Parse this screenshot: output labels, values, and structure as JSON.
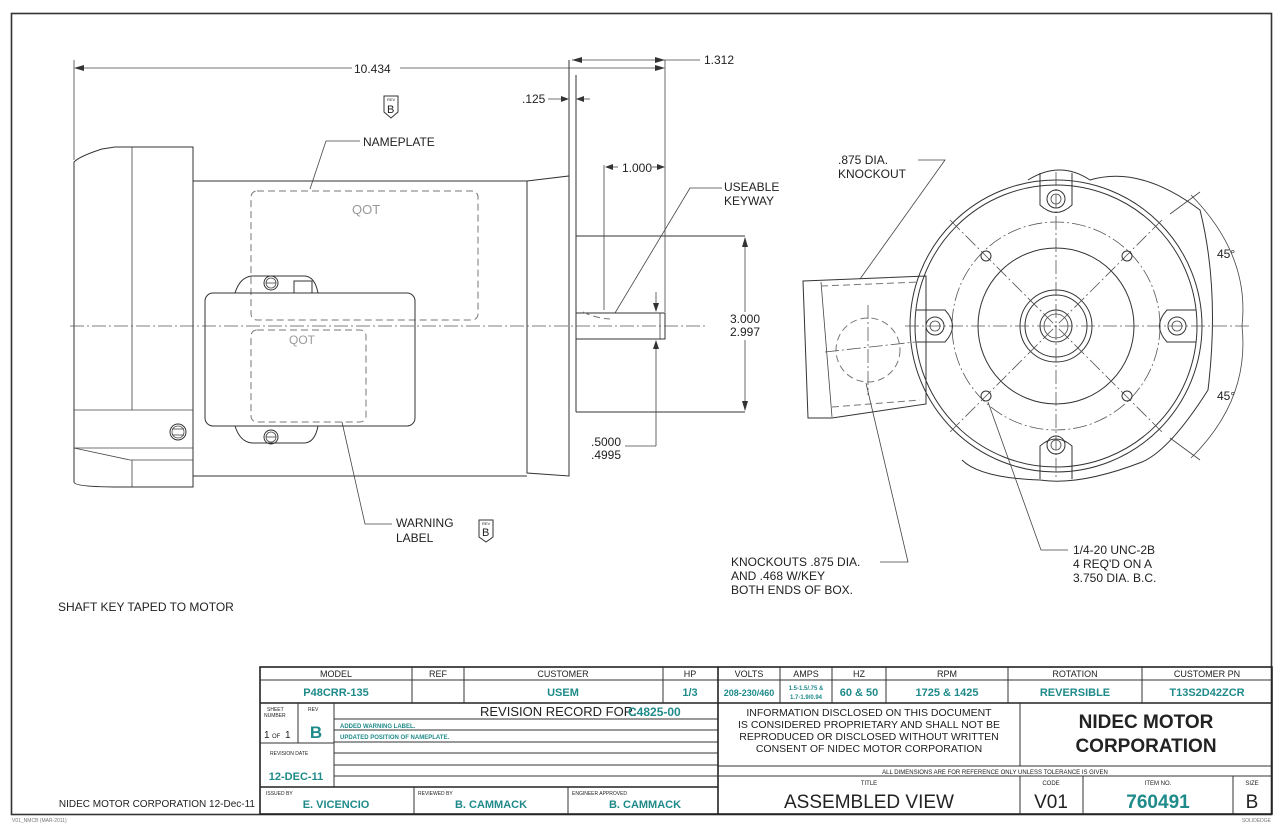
{
  "drawing": {
    "dimensions": {
      "overall_length": "10.434",
      "shaft_extension": "1.312",
      "shoulder": ".125",
      "keyway_length": "1.000",
      "pilot_dia_max": "3.000",
      "pilot_dia_min": "2.997",
      "shaft_dia_max": ".5000",
      "shaft_dia_min": ".4995",
      "angle_top": "45°",
      "angle_bottom": "45°"
    },
    "callouts": {
      "nameplate": "NAMEPLATE",
      "useable_keyway_1": "USEABLE",
      "useable_keyway_2": "KEYWAY",
      "knockout_1": ".875  DIA.",
      "knockout_2": "KNOCKOUT",
      "warning_1": "WARNING",
      "warning_2": "LABEL",
      "knockouts_1": "KNOCKOUTS .875 DIA.",
      "knockouts_2": "AND .468 W/KEY",
      "knockouts_3": "BOTH ENDS OF BOX.",
      "thread_1": "1/4-20 UNC-2B",
      "thread_2": "4 REQ'D ON A",
      "thread_3": "3.750 DIA. B.C.",
      "shaft_note": "SHAFT KEY TAPED TO MOTOR",
      "plate_mark": "QOT"
    },
    "rev_flag": {
      "small": "REV",
      "letter": "B"
    }
  },
  "title_block": {
    "headers": {
      "model": "MODEL",
      "ref": "REF",
      "customer": "CUSTOMER",
      "hp": "HP",
      "volts": "VOLTS",
      "amps": "AMPS",
      "hz": "HZ",
      "rpm": "RPM",
      "rotation": "ROTATION",
      "customer_pn": "CUSTOMER PN"
    },
    "values": {
      "model": "P48CRR-135",
      "ref": "",
      "customer": "USEM",
      "hp": "1/3",
      "volts": "208-230/460",
      "amps_1": "1.5-1.5/.75 &",
      "amps_2": "1.7-1.9/0.94",
      "hz": "60 & 50",
      "rpm": "1725 & 1425",
      "rotation": "REVERSIBLE",
      "customer_pn": "T13S2D42ZCR"
    },
    "sheet_label_1": "SHEET",
    "sheet_label_2": "NUMBER",
    "sheet_num": "1",
    "sheet_of": "OF",
    "sheet_total": "1",
    "rev_label": "REV",
    "rev": "B",
    "revision_record_label": "REVISION RECORD FOR:",
    "revision_record_id": "C4825-00",
    "revision_notes": [
      "ADDED WARNING LABEL.",
      "UPDATED POSITION OF NAMEPLATE."
    ],
    "revision_date_label": "REVISION DATE",
    "revision_date": "12-DEC-11",
    "issued_by_label": "ISSUED BY",
    "issued_by": "E. VICENCIO",
    "reviewed_by_label": "REVIEWED BY",
    "reviewed_by": "B. CAMMACK",
    "engineer_label": "ENGINEER APPROVED",
    "engineer": "B. CAMMACK",
    "disclaimer": [
      "INFORMATION DISCLOSED ON THIS DOCUMENT",
      "IS CONSIDERED PROPRIETARY AND SHALL NOT BE",
      "REPRODUCED OR DISCLOSED WITHOUT WRITTEN",
      "CONSENT OF NIDEC MOTOR CORPORATION"
    ],
    "company_1": "NIDEC MOTOR",
    "company_2": "CORPORATION",
    "tolerance_note": "ALL DIMENSIONS ARE FOR REFERENCE ONLY UNLESS TOLERANCE IS GIVEN",
    "title_label": "TITLE",
    "title": "ASSEMBLED VIEW",
    "code_label": "CODE",
    "code": "V01",
    "item_label": "ITEM NO.",
    "item_no": "760491",
    "size_label": "SIZE",
    "size": "B"
  },
  "footer": {
    "company_date": "NIDEC MOTOR CORPORATION 12-Dec-11",
    "template_id": "V01_NMCB (MAR-2011)",
    "software": "SOLIDEDGE"
  },
  "colors": {
    "accent_teal": "#1f8a8a",
    "line": "#333333"
  }
}
